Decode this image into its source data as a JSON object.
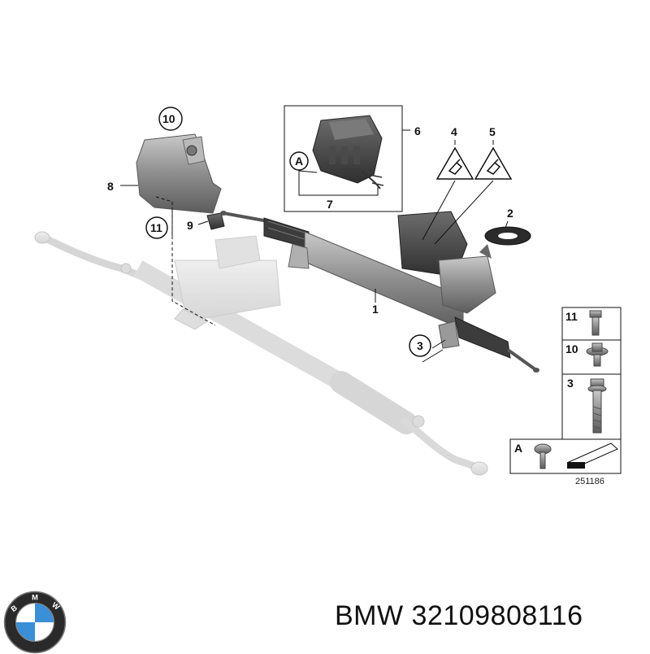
{
  "callouts": {
    "c1": "1",
    "c2": "2",
    "c3": "3",
    "c4": "4",
    "c5": "5",
    "c6": "6",
    "c7": "7",
    "c8": "8",
    "c9": "9",
    "c10": "10",
    "c11": "11",
    "cA": "A"
  },
  "fastener_table": {
    "rows": [
      {
        "label": "11"
      },
      {
        "label": "10"
      },
      {
        "label": "3"
      },
      {
        "label": "A"
      }
    ]
  },
  "diagram_ref": "251186",
  "brand": {
    "logo_text": "BMW",
    "title": "BMW 32109808116"
  },
  "colors": {
    "part_gray": "#8a8a8a",
    "ghost_gray": "#d2d2d2",
    "line": "#111111",
    "bmw_blue": "#3a8fd6"
  }
}
